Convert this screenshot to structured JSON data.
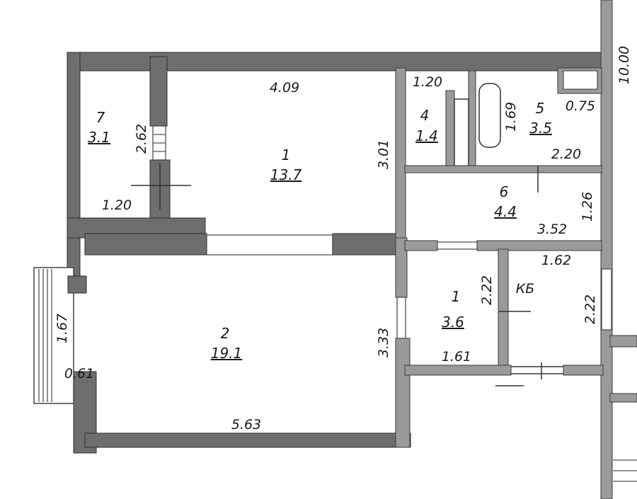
{
  "plan": {
    "overall_dimension": "10.00",
    "rooms": [
      {
        "number": "1",
        "area": "13.7"
      },
      {
        "number": "2",
        "area": "19.1"
      },
      {
        "number": "7",
        "area": "3.1"
      },
      {
        "number": "4",
        "area": "1.4"
      },
      {
        "number": "5",
        "area": "3.5"
      },
      {
        "number": "6",
        "area": "4.4"
      },
      {
        "number": "1",
        "area": "3.6"
      }
    ],
    "dimensions": {
      "room1_width": "4.09",
      "room1_height": "3.01",
      "room7_height": "2.62",
      "room7_width": "1.20",
      "room4_width": "1.20",
      "room5_height": "1.69",
      "room5_niche": "0.75",
      "room5_width": "2.20",
      "room6_height": "1.26",
      "room6_width": "3.52",
      "closet_width": "1.62",
      "room2_height": "3.33",
      "room2_width": "5.63",
      "balcony_length": "1.67",
      "balcony_depth": "0.61",
      "hall_height": "2.22",
      "hall_width": "1.61",
      "closet_height": "2.22"
    },
    "closet_label": "КБ"
  }
}
